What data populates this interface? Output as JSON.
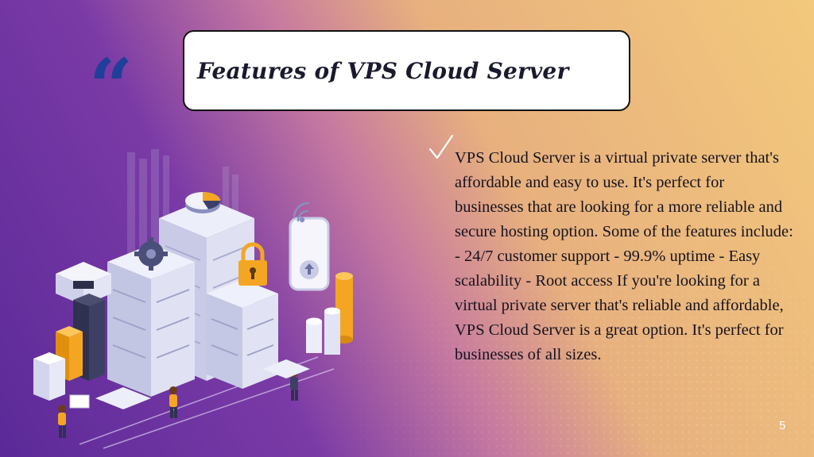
{
  "slide": {
    "title": "Features of VPS Cloud Server",
    "quote_glyph": "“",
    "check_icon": "checkmark-icon",
    "body": "VPS Cloud Server is a virtual private server that's affordable and easy to use. It's perfect for businesses that are looking for a more reliable and secure hosting option. Some of the features include: - 24/7 customer support - 99.9% uptime - Easy scalability - Root access If you're looking for a virtual private server that's reliable and affordable, VPS Cloud Server is a great option. It's perfect for businesses of all sizes.",
    "page_number": "5"
  },
  "colors": {
    "gradient_purple": "#5b2a98",
    "gradient_gold": "#f3c97c",
    "quote_blue": "#1f3f9a",
    "server_lilac": "#dfe0f2",
    "accent_orange": "#f4a623"
  },
  "illustration": {
    "icons": [
      "server-rack-icon",
      "padlock-icon",
      "smartphone-icon",
      "gear-icon",
      "pie-chart-icon",
      "wifi-icon",
      "bar-chart-icon",
      "person-figure-icon"
    ]
  }
}
